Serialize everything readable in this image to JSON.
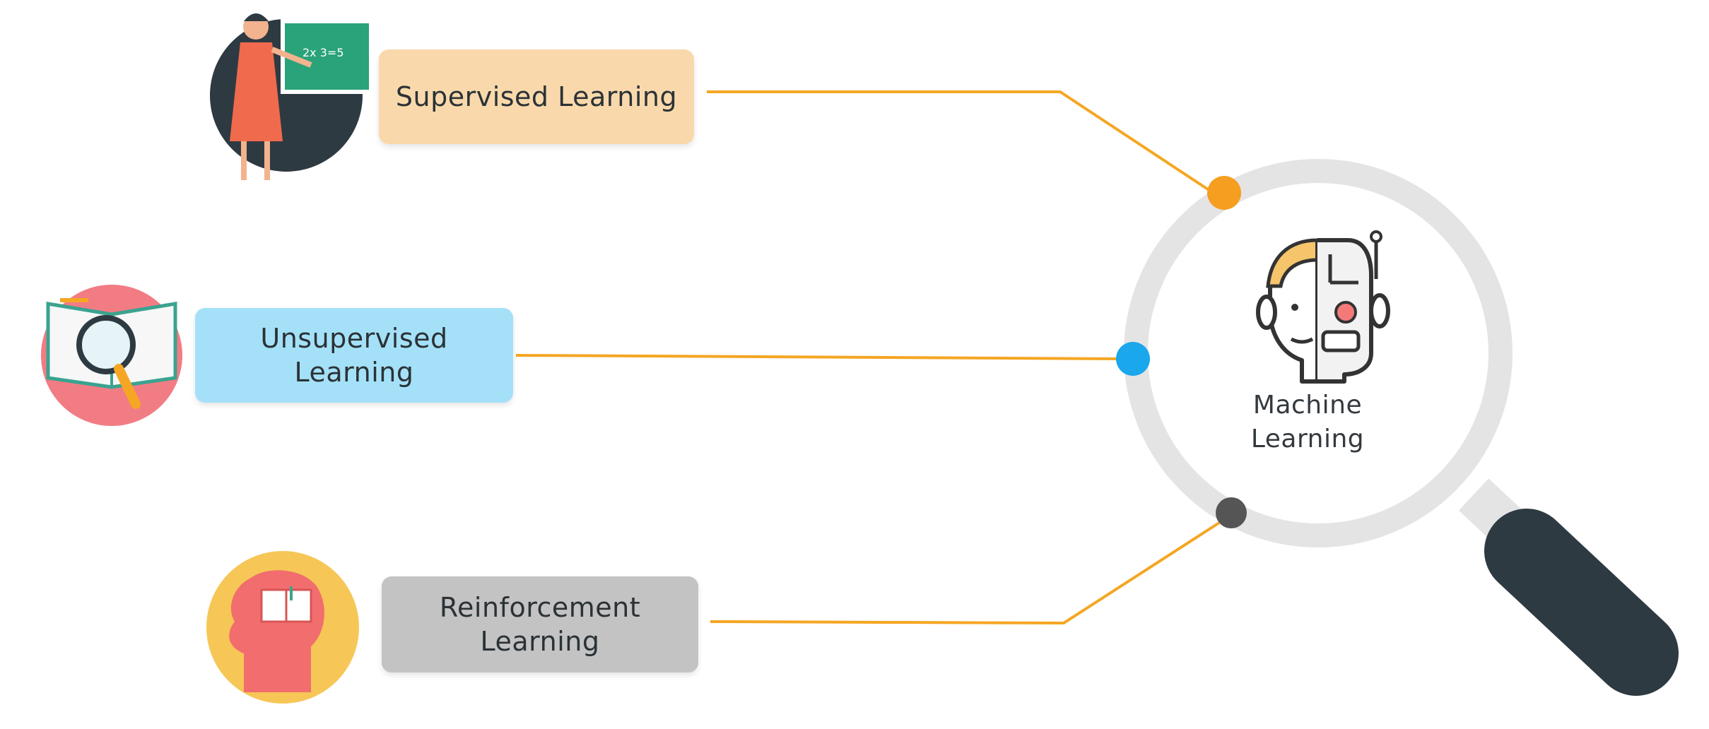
{
  "diagram": {
    "center": {
      "title_line1": "Machine",
      "title_line2": "Learning",
      "icon": "human-robot-head-icon"
    },
    "branches": [
      {
        "label_line1": "Supervised Learning",
        "label_line2": "",
        "box_color": "#f9d9ac",
        "connector_color": "#f5a623",
        "dot_color": "#f59e1f",
        "illustration": "teacher-at-chalkboard-icon"
      },
      {
        "label_line1": "Unsupervised",
        "label_line2": "Learning",
        "box_color": "#a4e1f8",
        "connector_color": "#f5a623",
        "dot_color": "#1aa7ec",
        "illustration": "book-with-magnifier-icon"
      },
      {
        "label_line1": "Reinforcement",
        "label_line2": "Learning",
        "box_color": "#c3c3c3",
        "connector_color": "#f5a623",
        "dot_color": "#555555",
        "illustration": "head-with-book-icon"
      }
    ],
    "magnifier": {
      "ring_color": "#e4e4e4",
      "handle_color": "#2e3a42"
    }
  }
}
